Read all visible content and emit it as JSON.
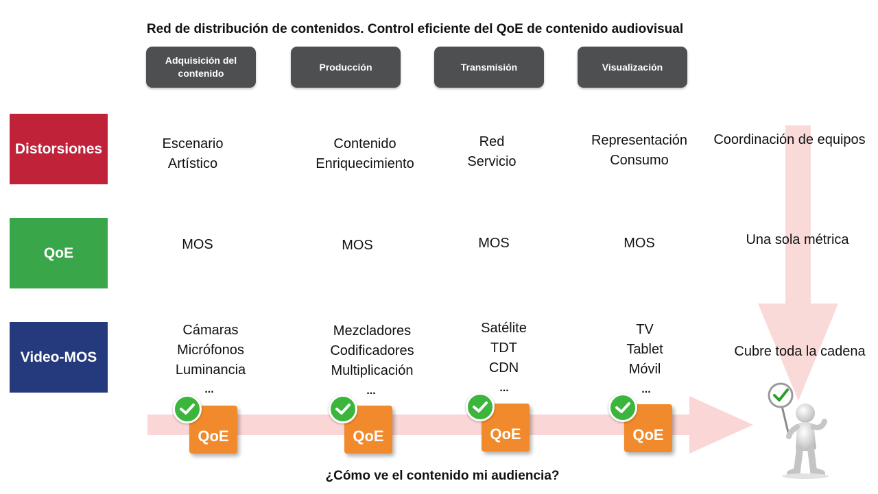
{
  "title": "Red de distribución de contenidos. Control eficiente del QoE de contenido audiovisual",
  "stages": [
    {
      "label": "Adquisición del contenido"
    },
    {
      "label": "Producción"
    },
    {
      "label": "Transmisión"
    },
    {
      "label": "Visualización"
    }
  ],
  "rows": [
    {
      "label": "Distorsiones",
      "color": "#c0223a",
      "cells": [
        "Escenario\nArtístico",
        "Contenido\nEnriquecimiento",
        "Red\nServicio",
        "Representación\nConsumo"
      ],
      "summary": "Coordinación de equipos"
    },
    {
      "label": "QoE",
      "color": "#3aa64a",
      "cells": [
        "MOS",
        "MOS",
        "MOS",
        "MOS"
      ],
      "summary": "Una sola métrica"
    },
    {
      "label": "Video-MOS",
      "color": "#253a7c",
      "cells": [
        "Cámaras\nMicrófonos\nLuminancia",
        "Mezcladores\nCodificadores\nMultiplicación",
        "Satélite\nTDT\nCDN",
        "TV\nTablet\nMóvil"
      ],
      "summary": "Cubre toda la cadena"
    }
  ],
  "ellipsis": "...",
  "badge_label": "QoE",
  "question": "¿Cómo ve el contenido mi audiencia?",
  "colors": {
    "stage_bg": "#4d4f50",
    "badge": "#f08a2c",
    "check": "#3cb53c",
    "arrow": "#f7c7c7"
  },
  "icons": [
    "check-icon",
    "thumbs-up-figure-icon",
    "right-arrow-icon",
    "down-arrow-icon"
  ]
}
